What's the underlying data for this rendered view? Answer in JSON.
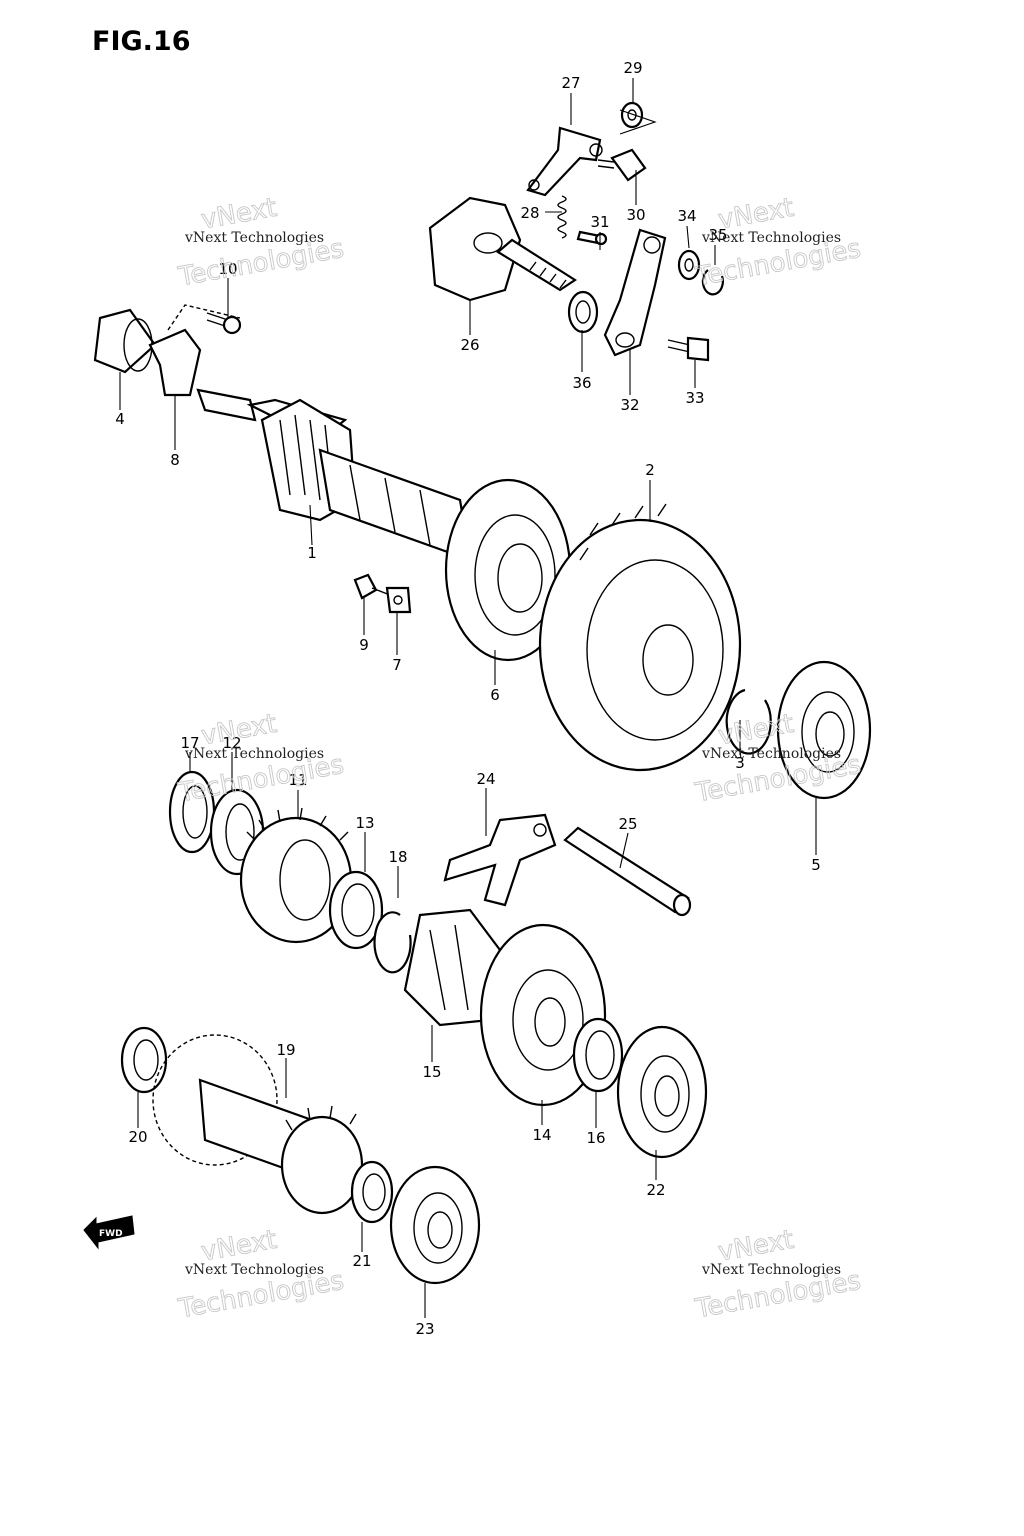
{
  "figure": {
    "title": "FIG.16",
    "fwd_label": "FWD"
  },
  "watermark": {
    "line1": "vNext Technologies",
    "line2": "vNext",
    "line3": "Technologies"
  },
  "callouts": [
    "1",
    "2",
    "3",
    "4",
    "5",
    "6",
    "7",
    "8",
    "9",
    "10",
    "11",
    "12",
    "13",
    "14",
    "15",
    "16",
    "17",
    "18",
    "19",
    "20",
    "21",
    "22",
    "23",
    "24",
    "25",
    "26",
    "27",
    "28",
    "29",
    "30",
    "31",
    "32",
    "33",
    "34",
    "35",
    "36"
  ]
}
